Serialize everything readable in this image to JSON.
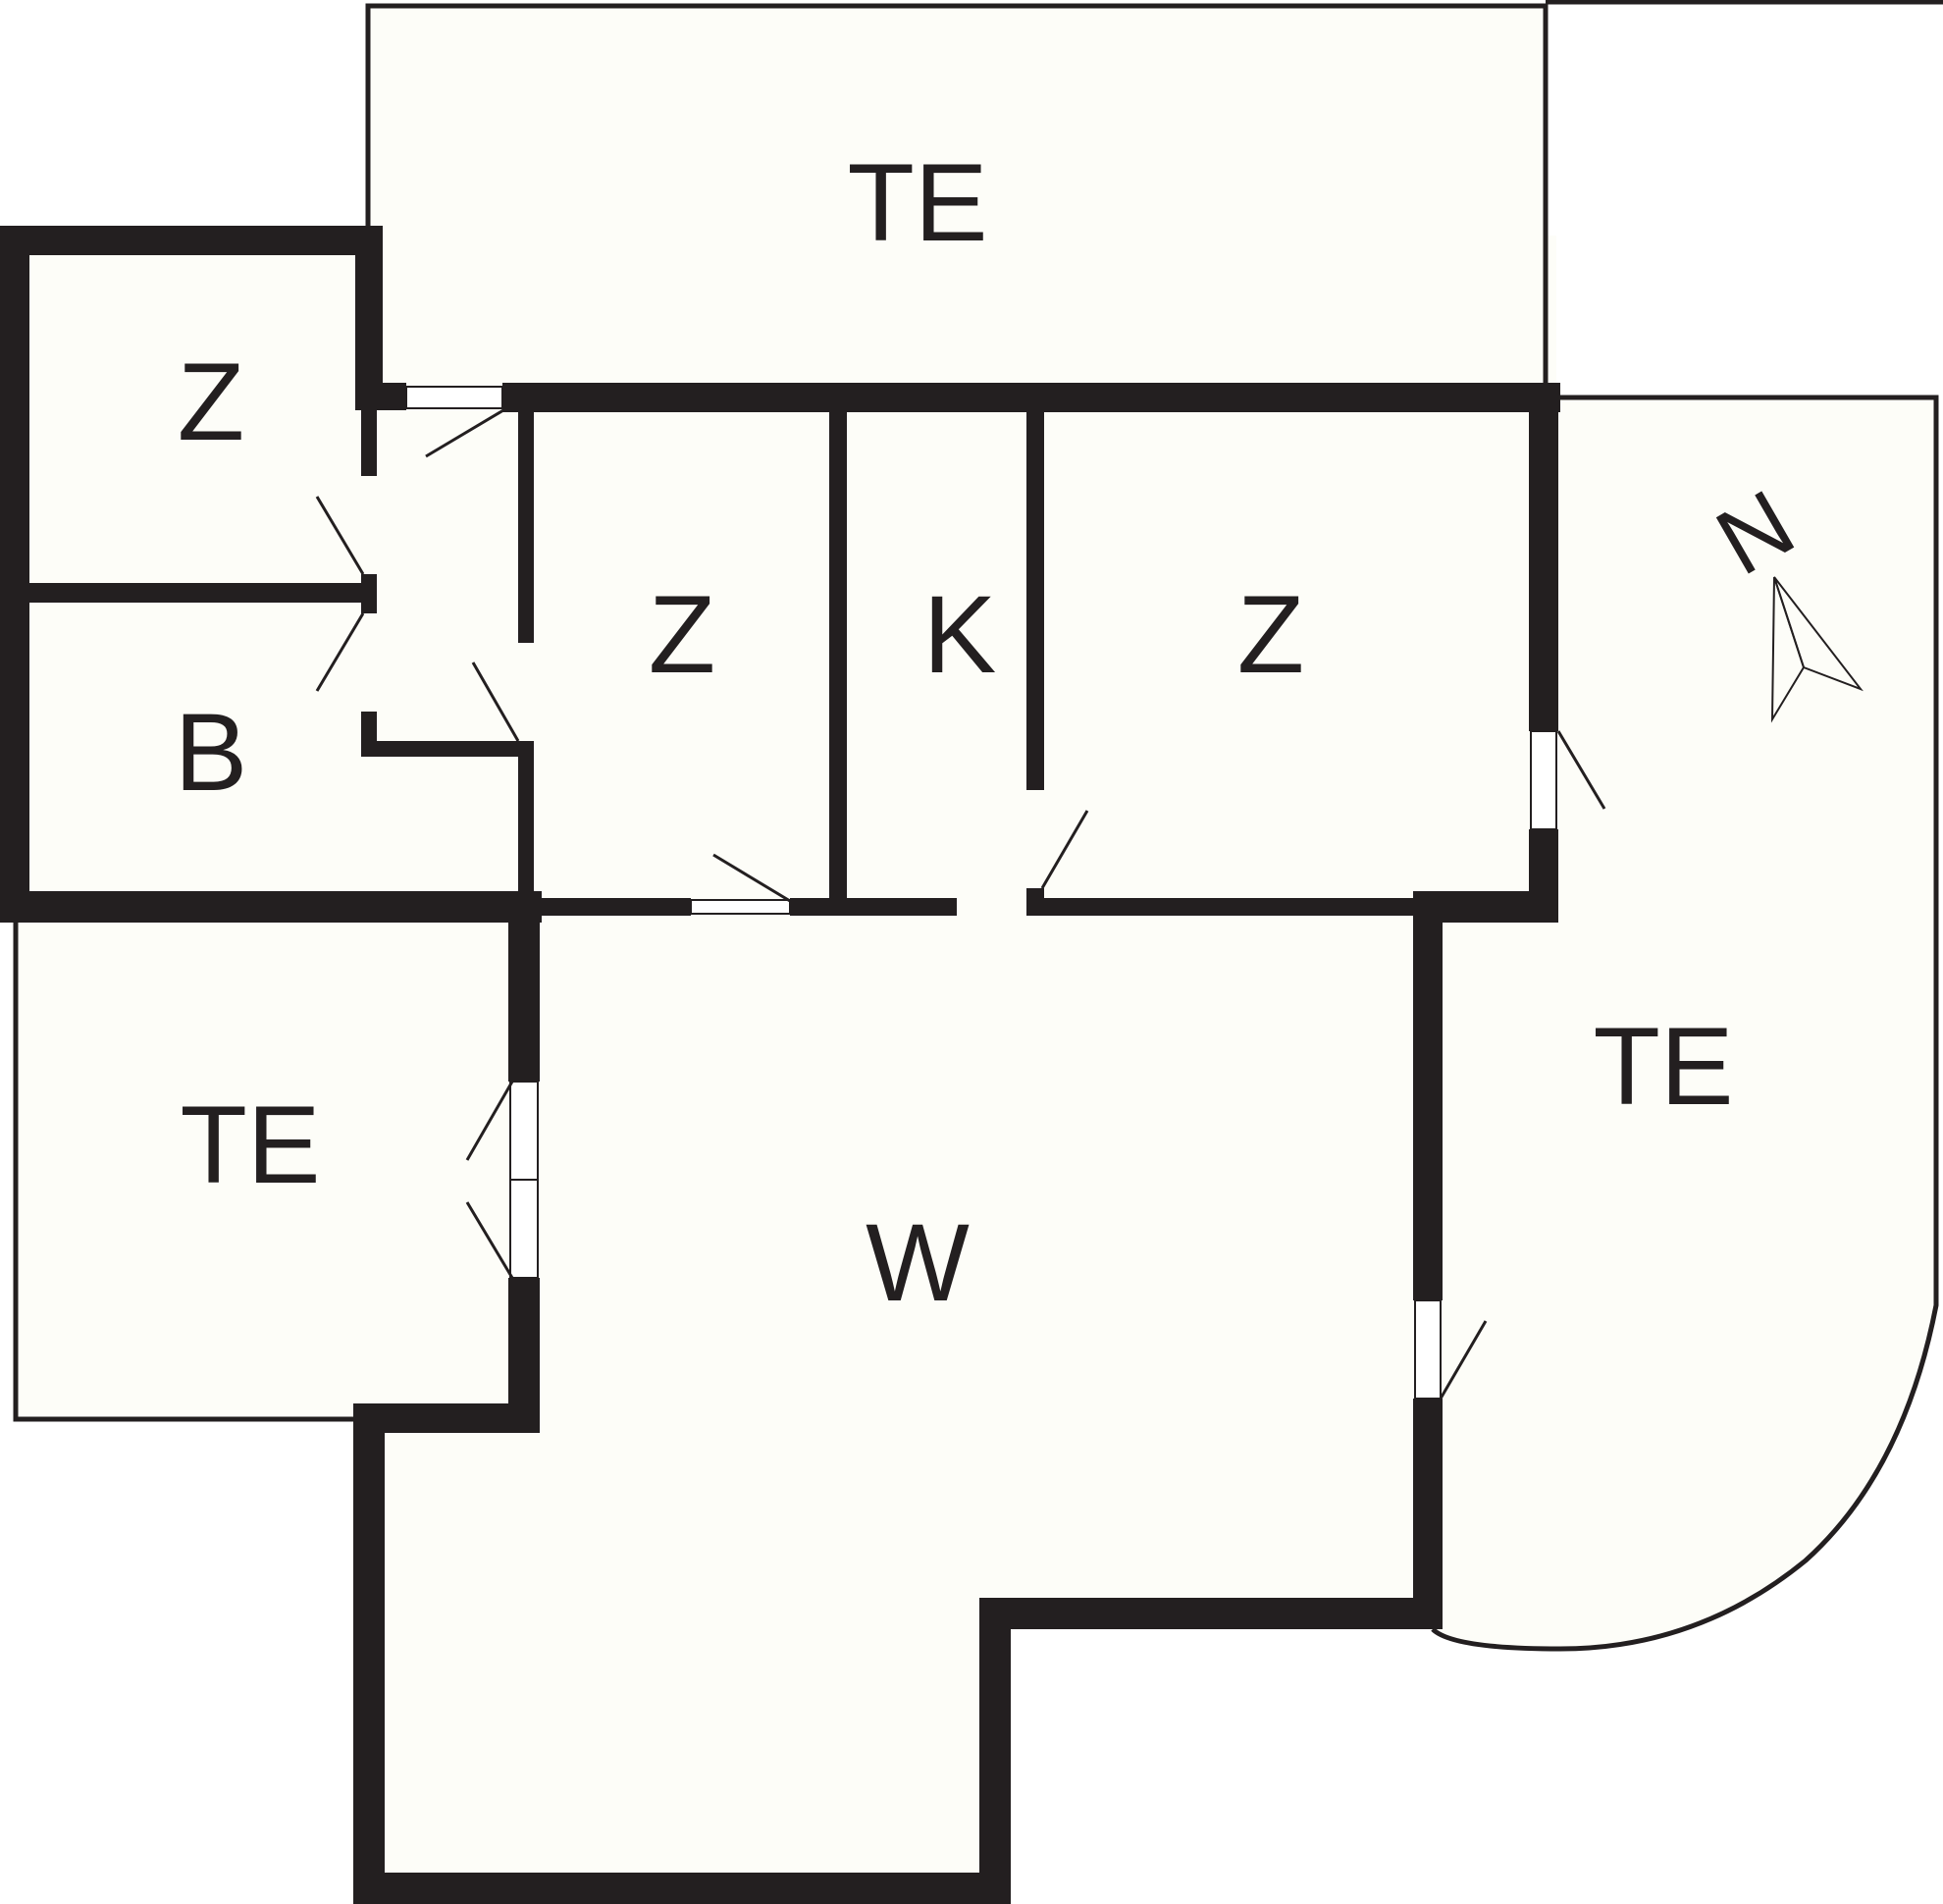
{
  "colors": {
    "wall": "#231f20",
    "floor": "#fdfdf8",
    "background": "#ffffff"
  },
  "rooms": {
    "terrace_top": "TE",
    "bedroom_top_left": "Z",
    "bathroom": "B",
    "bedroom_center_left": "Z",
    "kitchen": "K",
    "bedroom_center_right": "Z",
    "terrace_right": "TE",
    "terrace_left": "TE",
    "living": "W"
  },
  "compass": {
    "label": "N",
    "icon": "north-arrow-icon"
  }
}
